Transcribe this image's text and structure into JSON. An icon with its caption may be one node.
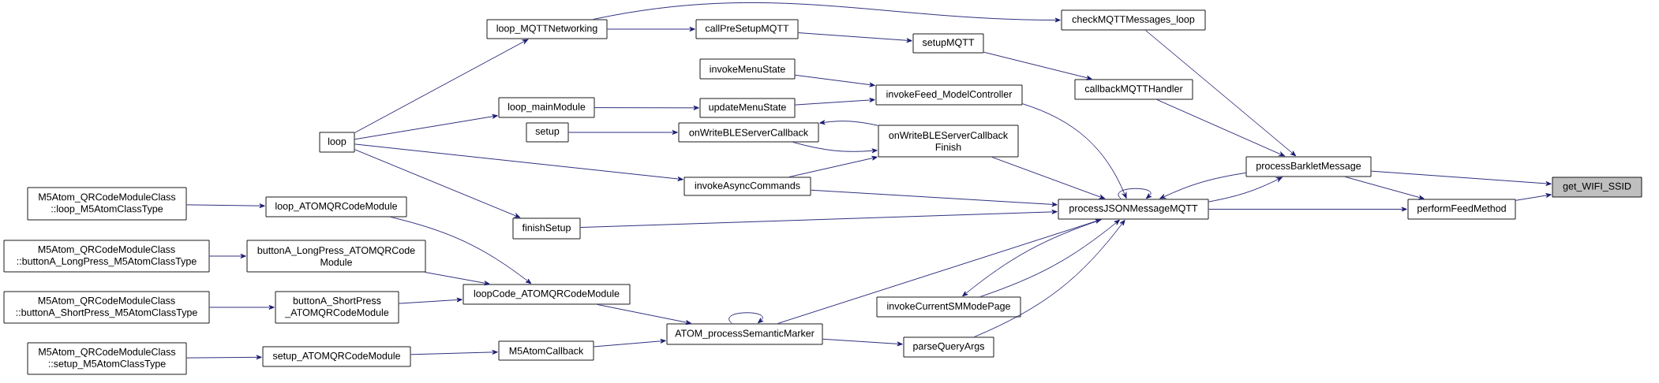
{
  "diagram": {
    "nodes": [
      {
        "text": [
          "M5Atom_QRCodeModuleClass ::loop_M5AtomClassType"
        ]
      },
      {
        "text": [
          "M5Atom_QRCodeModuleClass ::buttonA_LongPress_M5AtomClassType"
        ]
      },
      {
        "text": [
          "M5Atom_QRCodeModuleClass ::buttonA_ShortPress_M5AtomClassType"
        ]
      },
      {
        "text": [
          "M5Atom_QRCodeModuleClass ::setup_M5AtomClassType"
        ]
      },
      {
        "text": [
          "loop"
        ]
      },
      {
        "text": [
          "loop_ATOMQRCodeModule"
        ]
      },
      {
        "text": [
          "buttonA_LongPress_ATOMQRCode Module"
        ]
      },
      {
        "text": [
          "buttonA_ShortPress _ATOMQRCodeModule"
        ]
      },
      {
        "text": [
          "setup_ATOMQRCodeModule"
        ]
      },
      {
        "text": [
          "loop_MQTTNetworking"
        ]
      },
      {
        "text": [
          "loop_mainModule"
        ]
      },
      {
        "text": [
          "setup"
        ]
      },
      {
        "text": [
          "finishSetup"
        ]
      },
      {
        "text": [
          "loopCode_ATOMQRCodeModule"
        ]
      },
      {
        "text": [
          "M5AtomCallback"
        ]
      },
      {
        "text": [
          "callPreSetupMQTT"
        ]
      },
      {
        "text": [
          "invokeMenuState"
        ]
      },
      {
        "text": [
          "updateMenuState"
        ]
      },
      {
        "text": [
          "onWriteBLEServerCallback"
        ]
      },
      {
        "text": [
          "invokeAsyncCommands"
        ]
      },
      {
        "text": [
          "ATOM_processSemanticMarker"
        ]
      },
      {
        "text": [
          "setupMQTT"
        ]
      },
      {
        "text": [
          "invokeFeed_ModelController"
        ]
      },
      {
        "text": [
          "onWriteBLEServerCallback Finish"
        ]
      },
      {
        "text": [
          "invokeCurrentSMModePage"
        ]
      },
      {
        "text": [
          "parseQueryArgs"
        ]
      },
      {
        "text": [
          "checkMQTTMessages_loop"
        ]
      },
      {
        "text": [
          "callbackMQTTHandler"
        ]
      },
      {
        "text": [
          "processJSONMessageMQTT"
        ]
      },
      {
        "text": [
          "processBarkletMessage"
        ]
      },
      {
        "text": [
          "performFeedMethod"
        ]
      },
      {
        "text": [
          "get_WIFI_SSID"
        ]
      }
    ],
    "edges": [
      {
        "from": 4,
        "to": 9,
        "arrow": "to"
      },
      {
        "from": 4,
        "to": 10,
        "arrow": "to"
      },
      {
        "from": 4,
        "to": 19,
        "arrow": "to"
      },
      {
        "from": 4,
        "to": 12,
        "arrow": "to"
      },
      {
        "from": 9,
        "to": 15,
        "arrow": "to"
      },
      {
        "from": 9,
        "to": 26,
        "arrow": "to"
      },
      {
        "from": 15,
        "to": 21,
        "arrow": "to"
      },
      {
        "from": 21,
        "to": 27,
        "arrow": "to"
      },
      {
        "from": 16,
        "to": 22,
        "arrow": "to"
      },
      {
        "from": 10,
        "to": 17,
        "arrow": "to"
      },
      {
        "from": 17,
        "to": 22,
        "arrow": "to"
      },
      {
        "from": 11,
        "to": 18,
        "arrow": "to"
      },
      {
        "from": 23,
        "to": 18,
        "arrow": "to"
      },
      {
        "from": 18,
        "to": 23,
        "arrow": "to"
      },
      {
        "from": 19,
        "to": 23,
        "arrow": "to"
      },
      {
        "from": 19,
        "to": 28,
        "arrow": "to"
      },
      {
        "from": 12,
        "to": 28,
        "arrow": "to"
      },
      {
        "from": 22,
        "to": 28,
        "arrow": "to"
      },
      {
        "from": 23,
        "to": 28,
        "arrow": "to"
      },
      {
        "from": 28,
        "to": 28,
        "arrow": "to"
      },
      {
        "from": 28,
        "to": 29,
        "arrow": "to"
      },
      {
        "from": 29,
        "to": 28,
        "arrow": "to"
      },
      {
        "from": 26,
        "to": 29,
        "arrow": "to"
      },
      {
        "from": 27,
        "to": 29,
        "arrow": "to"
      },
      {
        "from": 29,
        "to": 31,
        "arrow": "to"
      },
      {
        "from": 29,
        "to": 30,
        "arrow": "to"
      },
      {
        "from": 28,
        "to": 30,
        "arrow": "to"
      },
      {
        "from": 30,
        "to": 31,
        "arrow": "to"
      },
      {
        "from": 28,
        "to": 24,
        "arrow": "to"
      },
      {
        "from": 24,
        "to": 28,
        "arrow": "to"
      },
      {
        "from": 25,
        "to": 28,
        "arrow": "to"
      },
      {
        "from": 20,
        "to": 28,
        "arrow": "to"
      },
      {
        "from": 20,
        "to": 20,
        "arrow": "to"
      },
      {
        "from": 20,
        "to": 25,
        "arrow": "to"
      },
      {
        "from": 14,
        "to": 20,
        "arrow": "to"
      },
      {
        "from": 13,
        "to": 20,
        "arrow": "to"
      },
      {
        "from": 5,
        "to": 13,
        "arrow": "to"
      },
      {
        "from": 6,
        "to": 13,
        "arrow": "to"
      },
      {
        "from": 7,
        "to": 13,
        "arrow": "to"
      },
      {
        "from": 0,
        "to": 5,
        "arrow": "to"
      },
      {
        "from": 1,
        "to": 6,
        "arrow": "to"
      },
      {
        "from": 2,
        "to": 7,
        "arrow": "to"
      },
      {
        "from": 3,
        "to": 8,
        "arrow": "to"
      },
      {
        "from": 8,
        "to": 14,
        "arrow": "to"
      }
    ]
  }
}
